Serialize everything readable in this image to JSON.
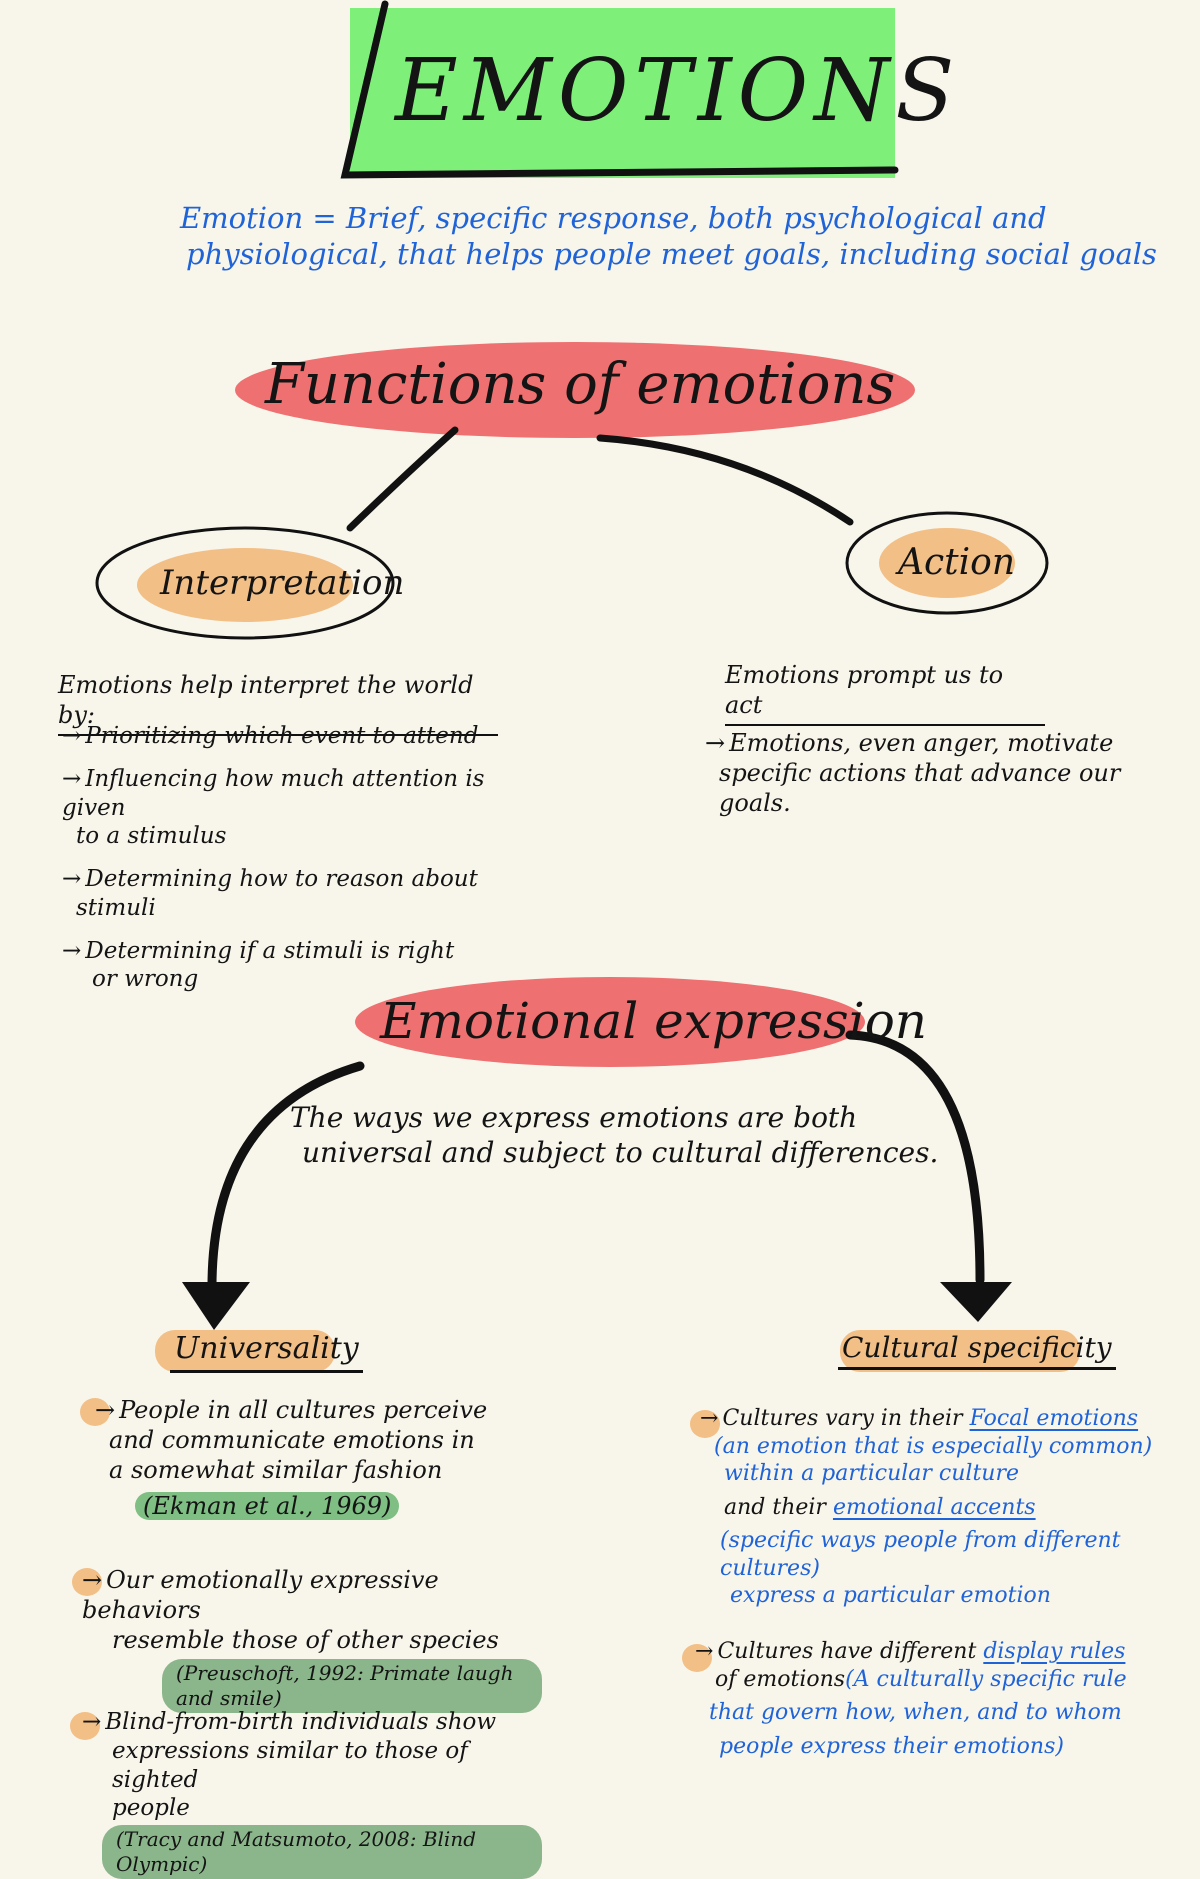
{
  "title": "EMOTIONS",
  "definition": {
    "line1": "Emotion = Brief, specific response, both psychological and",
    "line2": "physiological, that helps people meet goals, including social goals"
  },
  "functions": {
    "heading": "Functions of emotions",
    "interpretation": {
      "label": "Interpretation",
      "subheading": "Emotions help interpret the world by:",
      "items": [
        {
          "line1": "Prioritizing which event to attend",
          "line2": ""
        },
        {
          "line1": "Influencing how much attention is given",
          "line2": "to a stimulus"
        },
        {
          "line1": "Determining how to reason about",
          "line2": "stimuli"
        },
        {
          "line1": "Determining if a stimuli is right",
          "line2": "or wrong"
        }
      ]
    },
    "action": {
      "label": "Action",
      "subheading": "Emotions prompt us to act",
      "item_line1": "Emotions, even anger, motivate",
      "item_line2": "specific actions that advance our",
      "item_line3": "goals."
    }
  },
  "expression": {
    "heading": "Emotional expression",
    "summary_line1": "The ways we express emotions are both",
    "summary_line2": "universal and subject to cultural differences.",
    "universality": {
      "label": "Universality",
      "items": [
        {
          "line1": "People in all cultures perceive",
          "line2": "and communicate emotions in",
          "line3": "a somewhat similar fashion",
          "cite": "(Ekman et al., 1969)"
        },
        {
          "line1": "Our emotionally expressive behaviors",
          "line2": "resemble those of other species",
          "line3": "",
          "cite": "(Preuschoft, 1992: Primate laugh and smile)"
        },
        {
          "line1": "Blind-from-birth individuals show",
          "line2": "expressions similar to those of sighted",
          "line3": "people",
          "cite": "(Tracy and Matsumoto, 2008: Blind Olympic)"
        }
      ]
    },
    "cultural": {
      "label": "Cultural specificity",
      "item1": {
        "pre": "Cultures vary in their",
        "term1": "Focal emotions",
        "def1_line1": "(an emotion that is especially common)",
        "def1_line2": "within a particular culture",
        "mid": "and their",
        "term2": "emotional accents",
        "def2_line1": "(specific ways people from different cultures)",
        "def2_line2": "express a particular emotion"
      },
      "item2": {
        "pre": "Cultures have different",
        "term": "display rules",
        "mid": "of emotions",
        "def_line1": "(A culturally specific rule",
        "def_line2": "that govern how, when, and to whom",
        "def_line3": "people express their emotions)"
      }
    }
  },
  "colors": {
    "title_highlight": "#7ef07a",
    "heading_highlight": "#ee7070",
    "label_highlight": "#f2bf86",
    "citation_highlight": "#8bb58a",
    "blue_ink": "#1f63d8",
    "paper": "#f8f5ea"
  }
}
